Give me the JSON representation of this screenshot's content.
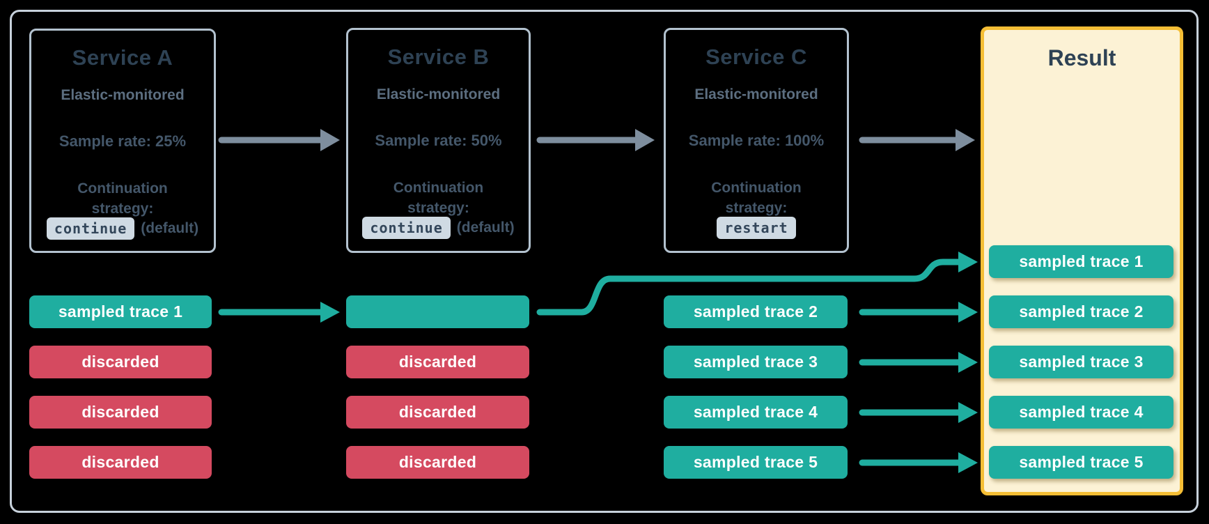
{
  "colors": {
    "teal": "#1FAEA0",
    "red": "#D54A60",
    "arrow_gray": "#7E8E9E",
    "service_border": "#B3C2CF",
    "frame_border": "#C7D1DB",
    "result_bg": "#FCF2D5",
    "result_border": "#F5BE35",
    "heading_text": "#2E4254",
    "body_text": "#44576A",
    "subtitle_text": "#5C6E80",
    "chip_bg": "#CFDAE3",
    "chip_text": "#33465A",
    "pill_text": "#FFFFFF",
    "background": "#000000"
  },
  "services": [
    {
      "title": "Service A",
      "subtitle": "Elastic-monitored",
      "sample_rate": "Sample rate: 25%",
      "continuation": "Continuation strategy:",
      "chip": "continue",
      "chip_suffix": "(default)"
    },
    {
      "title": "Service B",
      "subtitle": "Elastic-monitored",
      "sample_rate": "Sample rate: 50%",
      "continuation": "Continuation strategy:",
      "chip": "continue",
      "chip_suffix": "(default)"
    },
    {
      "title": "Service C",
      "subtitle": "Elastic-monitored",
      "sample_rate": "Sample rate: 100%",
      "continuation": "Continuation strategy:",
      "chip": "restart",
      "chip_suffix": ""
    }
  ],
  "cols": {
    "a": [
      "sampled trace 1",
      "discarded",
      "discarded",
      "discarded"
    ],
    "b": [
      "",
      "discarded",
      "discarded",
      "discarded"
    ],
    "c": [
      "sampled trace 2",
      "sampled trace 3",
      "sampled trace 4",
      "sampled trace 5"
    ]
  },
  "result": {
    "title": "Result",
    "pills": [
      "sampled trace 1",
      "sampled trace 2",
      "sampled trace 3",
      "sampled trace 4",
      "sampled trace 5"
    ]
  }
}
